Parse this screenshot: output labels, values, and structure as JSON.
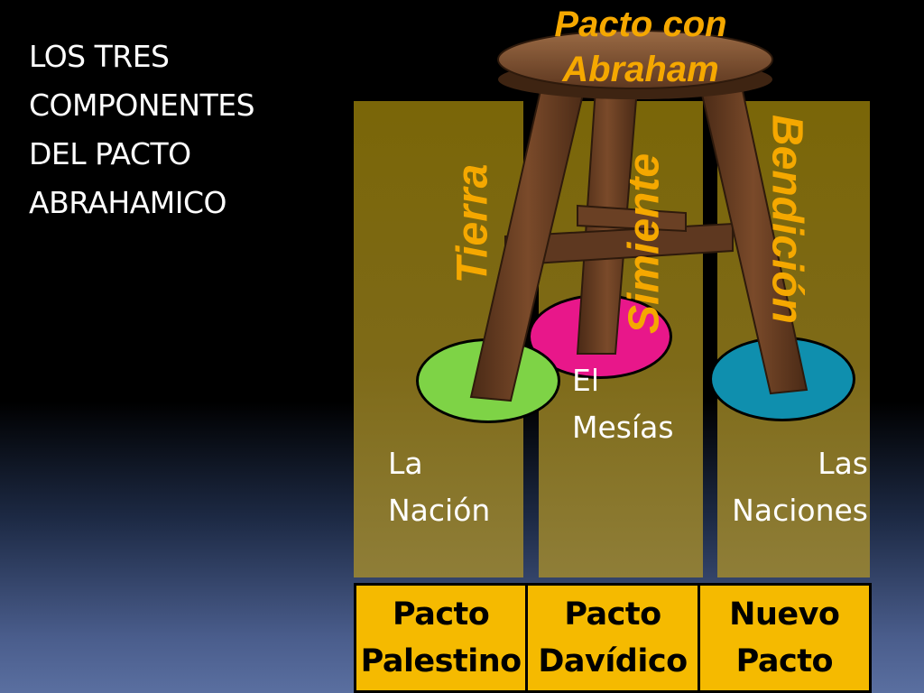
{
  "title_lines": [
    "LOS TRES",
    "COMPONENTES",
    "DEL PACTO",
    "ABRAHAMICO"
  ],
  "stool": {
    "seat_lines": [
      "Pacto con",
      "Abraham"
    ]
  },
  "legs": [
    {
      "name": "Tierra",
      "meaning": [
        "La",
        "Nación"
      ],
      "color": "#7ed346",
      "pacto": [
        "Pacto",
        "Palestino"
      ]
    },
    {
      "name": "Simiente",
      "meaning": [
        "El",
        "Mesías"
      ],
      "color": "#e8178a",
      "pacto": [
        "Pacto",
        "Davídico"
      ]
    },
    {
      "name": "Bendición",
      "meaning": [
        "Las",
        "Naciones"
      ],
      "color": "#0f8fae",
      "pacto": [
        "Nuevo",
        "Pacto"
      ]
    }
  ],
  "colors": {
    "accent": "#f5a800",
    "column": "#7a6608",
    "table": "#f5ba00"
  }
}
